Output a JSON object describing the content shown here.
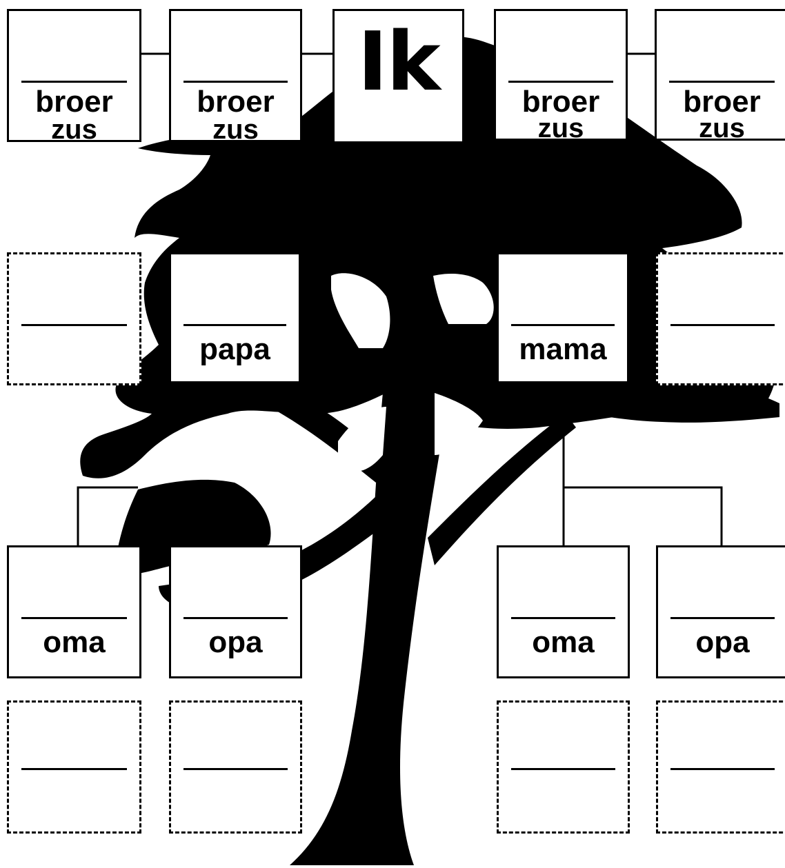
{
  "center": {
    "label": "Ik"
  },
  "siblings": [
    {
      "line1": "broer",
      "line2": "zus"
    },
    {
      "line1": "broer",
      "line2": "zus"
    },
    {
      "line1": "broer",
      "line2": "zus"
    },
    {
      "line1": "broer",
      "line2": "zus"
    }
  ],
  "parents": {
    "father": "papa",
    "mother": "mama"
  },
  "grandparents": {
    "father_side": {
      "grandmother": "oma",
      "grandfather": "opa"
    },
    "mother_side": {
      "grandmother": "oma",
      "grandfather": "opa"
    }
  },
  "colors": {
    "ink": "#000000",
    "paper": "#ffffff"
  }
}
